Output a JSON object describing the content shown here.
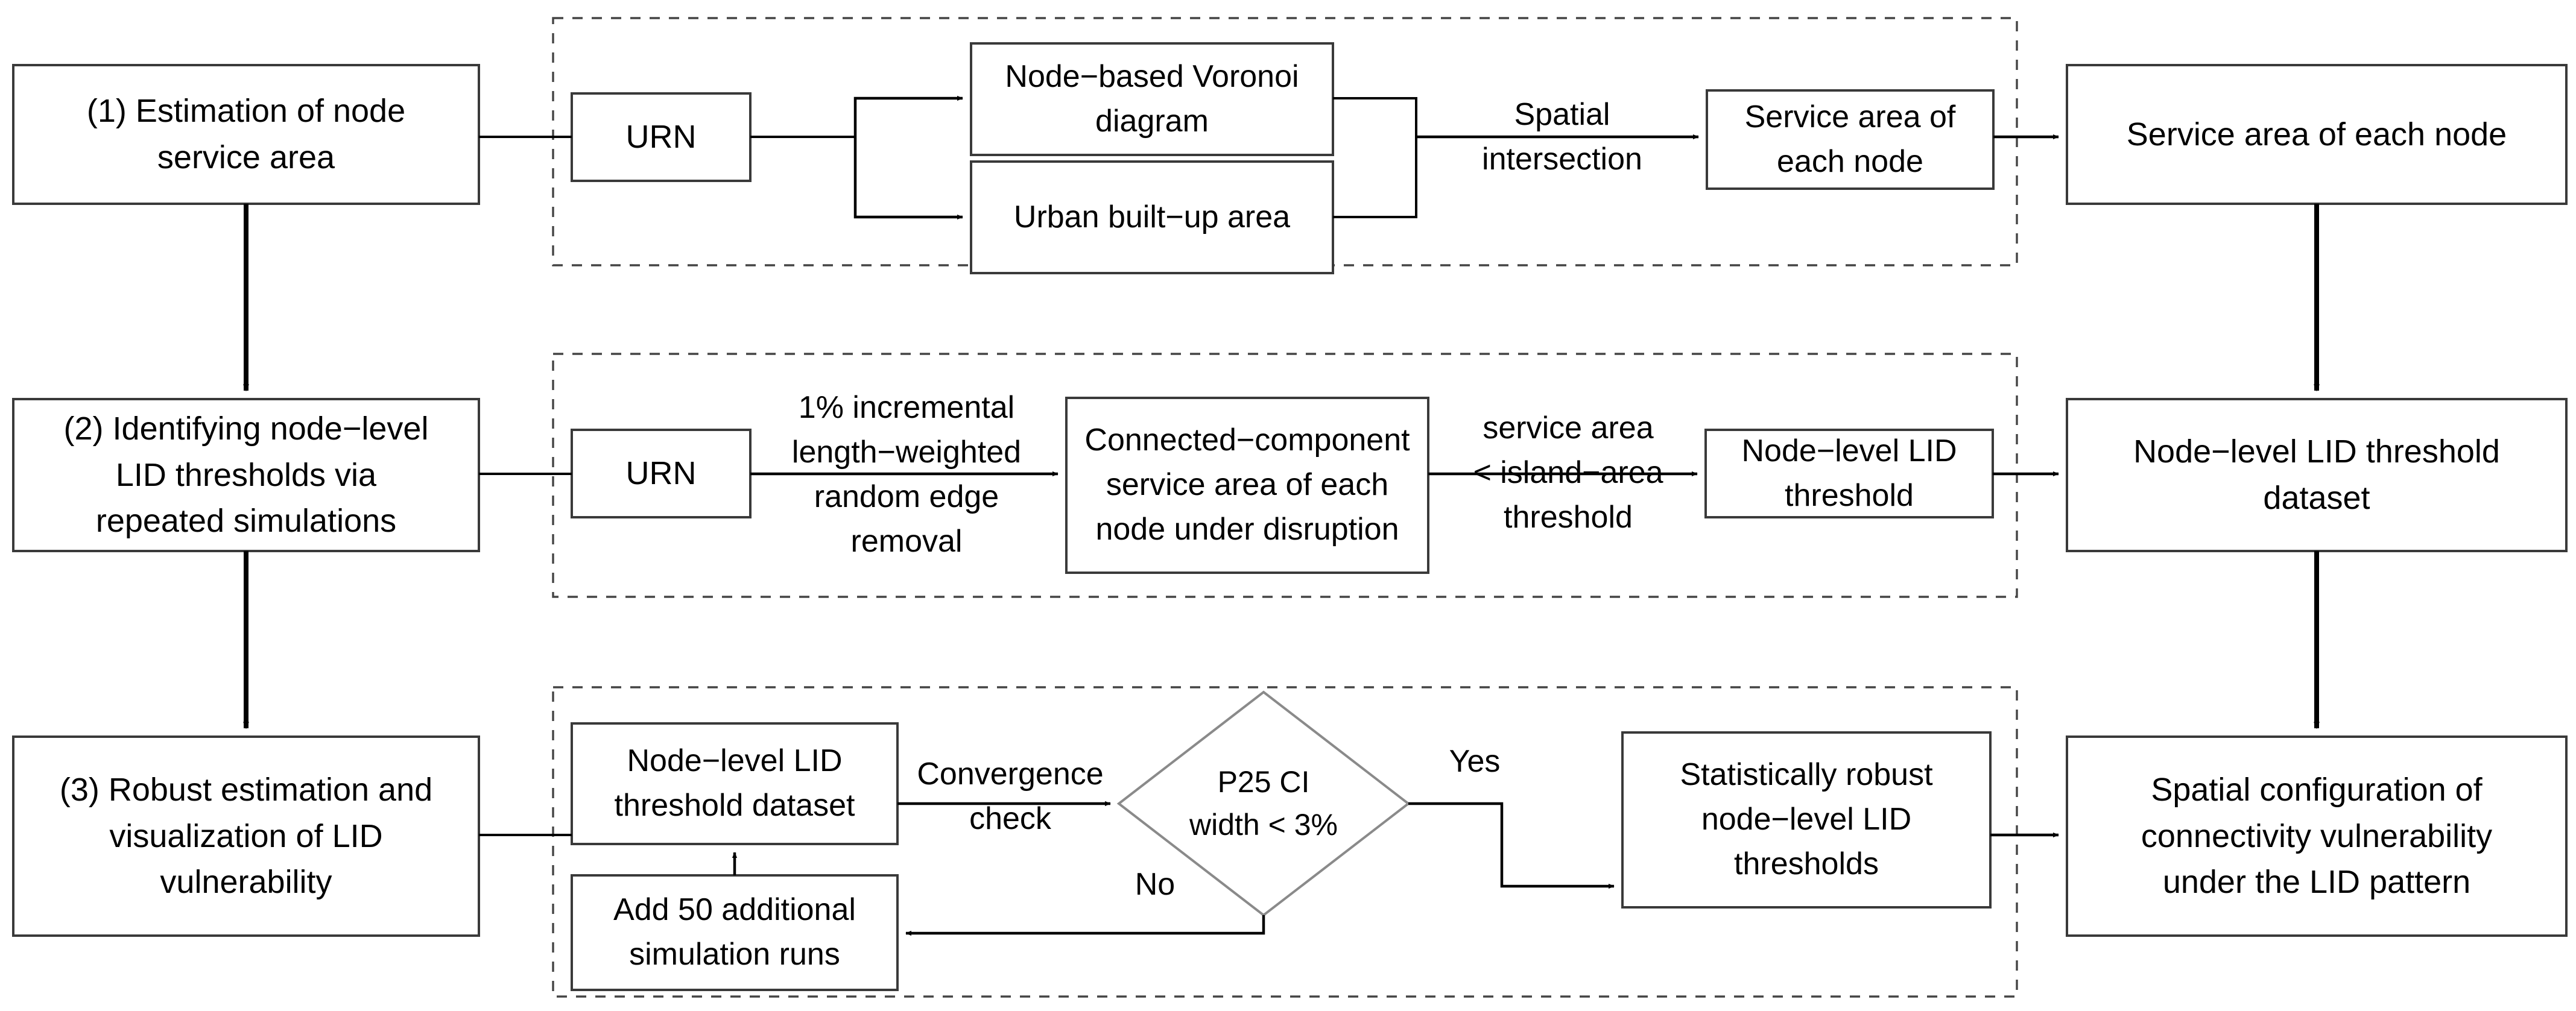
{
  "diagram": {
    "type": "flowchart",
    "title": "",
    "orientation": "left-to-right, three stages",
    "colors": {
      "box_stroke": "#3a3a3a",
      "diamond_stroke": "#8a8a8a",
      "arrow": "#000000",
      "dashed_group": "#444444",
      "background": "#ffffff"
    }
  },
  "stages": [
    {
      "id": "stage-1",
      "label": "(1) Estimation of node\nservice area",
      "group_label": "",
      "output": "Service area of each node",
      "nodes": [
        {
          "id": "urn-1",
          "label": "URN"
        },
        {
          "id": "voronoi",
          "label": "Node−based Voronoi\ndiagram"
        },
        {
          "id": "builtup",
          "label": "Urban built−up area"
        },
        {
          "id": "service-area-node",
          "label": "Service area of\neach node"
        }
      ],
      "edge_labels": [
        {
          "id": "spatial-intersection",
          "text": "Spatial\nintersection"
        }
      ]
    },
    {
      "id": "stage-2",
      "label": "(2) Identifying node−level\nLID thresholds via\nrepeated simulations",
      "group_label": "",
      "output": "Node−level LID threshold\ndataset",
      "nodes": [
        {
          "id": "urn-2",
          "label": "URN"
        },
        {
          "id": "connected-component",
          "label": "Connected−component\nservice area of each\nnode under disruption"
        },
        {
          "id": "node-level-lid-threshold",
          "label": "Node−level LID\nthreshold"
        }
      ],
      "edge_labels": [
        {
          "id": "edge-removal",
          "text": "1% incremental\nlength−weighted\nrandom edge\nremoval"
        },
        {
          "id": "island-area",
          "text": "service area\n< island−area\nthreshold"
        }
      ]
    },
    {
      "id": "stage-3",
      "label": "(3) Robust estimation and\nvisualization of LID\nvulnerability",
      "group_label": "",
      "output": "Spatial configuration of\nconnectivity vulnerability\nunder the LID pattern",
      "nodes": [
        {
          "id": "threshold-dataset",
          "label": "Node−level LID\nthreshold dataset"
        },
        {
          "id": "add-runs",
          "label": "Add 50 additional\nsimulation runs"
        },
        {
          "id": "decision-p25",
          "label": "P25 CI\nwidth < 3%",
          "shape": "diamond"
        },
        {
          "id": "robust-thresholds",
          "label": "Statistically robust\nnode−level LID\nthresholds"
        }
      ],
      "edge_labels": [
        {
          "id": "convergence-check",
          "text": "Convergence\ncheck"
        },
        {
          "id": "branch-yes",
          "text": "Yes"
        },
        {
          "id": "branch-no",
          "text": "No"
        }
      ]
    }
  ]
}
